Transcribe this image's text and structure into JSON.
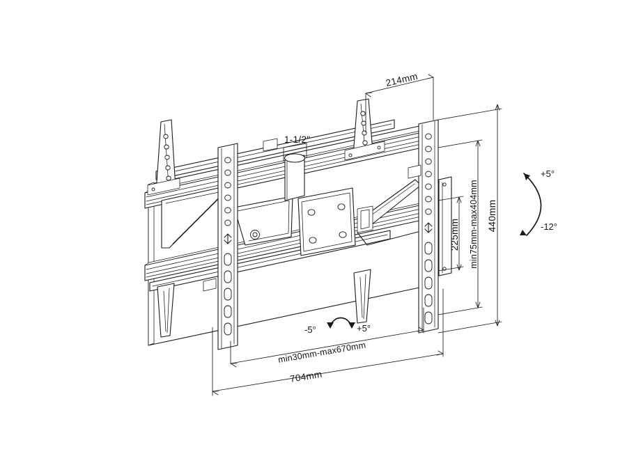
{
  "drawing": {
    "title": "TV Wall Mount Technical Drawing",
    "type": "isometric-line-drawing",
    "background_color": "#ffffff",
    "line_color": "#1a1a1a",
    "subject": "full-motion articulating TV wall mount bracket"
  },
  "dimensions": {
    "depth_top": "214mm",
    "pipe_diameter": "1-1/2\"",
    "plate_height_inner": "225mm",
    "vesa_height_range": "min75mm-max404mm",
    "overall_height": "440mm",
    "vesa_width_range": "min30mm-max670mm",
    "overall_width": "704mm"
  },
  "angles": {
    "tilt_up": "+5°",
    "tilt_down": "-12°",
    "swivel_left": "-5°",
    "swivel_right": "+5°"
  },
  "labels": [
    {
      "id": "depth-top",
      "text": "214mm",
      "orientation": "horizontal"
    },
    {
      "id": "pipe-dia",
      "text": "1-1/2\"",
      "orientation": "horizontal"
    },
    {
      "id": "plate-height",
      "text": "225mm",
      "orientation": "vertical"
    },
    {
      "id": "vesa-height",
      "text": "min75mm-max404mm",
      "orientation": "vertical"
    },
    {
      "id": "overall-height",
      "text": "440mm",
      "orientation": "vertical"
    },
    {
      "id": "vesa-width",
      "text": "min30mm-max670mm",
      "orientation": "slanted"
    },
    {
      "id": "overall-width",
      "text": "704mm",
      "orientation": "slanted"
    },
    {
      "id": "tilt-up",
      "text": "+5°",
      "orientation": "horizontal"
    },
    {
      "id": "tilt-down",
      "text": "-12°",
      "orientation": "horizontal"
    },
    {
      "id": "swivel-left",
      "text": "-5°",
      "orientation": "horizontal"
    },
    {
      "id": "swivel-right",
      "text": "+5°",
      "orientation": "horizontal"
    }
  ]
}
